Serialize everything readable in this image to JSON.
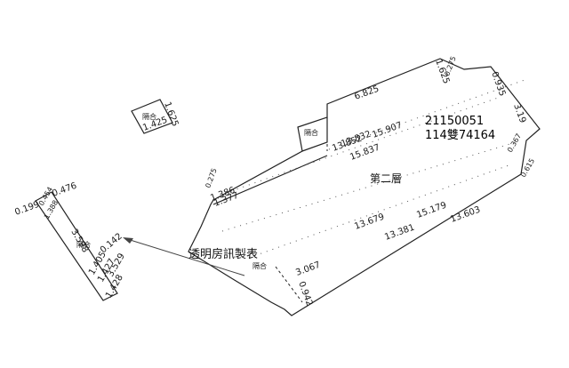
{
  "document": {
    "ids": [
      "21150051",
      "114雙74164"
    ],
    "floor_label": "第二層",
    "section_label": "隔合",
    "annotation": "透明房訊製表"
  },
  "dimensions": {
    "top_6825": "6.825",
    "top_1625": "1.625",
    "top_0275": "0.275",
    "top_0935": "0.935",
    "right_319": "3.19",
    "right_0367": "0.367",
    "right_0615": "0.615",
    "in_15907": "15.907",
    "in_13832": "13.832",
    "in_15837": "15.837",
    "in_13852": "13.852",
    "left_0275": "0.275",
    "left_1386": "1.386",
    "left_1377": "1.377",
    "mid_15179": "15.179",
    "mid_13603": "13.603",
    "mid_13679": "13.679",
    "mid_13381": "13.381",
    "bot_3067": "3.067",
    "bot_0942": "0.942",
    "small_1625": "1.625",
    "small_1425": "1.425",
    "side_0476": "0.476",
    "side_0454": "0.454",
    "side_0199": "0.199",
    "side_1388": "1.388",
    "side_3598": "3.598",
    "side_0142": "0.142",
    "side_1405": "1.405",
    "side_1427": "1.427",
    "side_3529": "3.529",
    "side_1428": "1.428"
  },
  "colors": {
    "line": "#222222",
    "text": "#111111"
  }
}
